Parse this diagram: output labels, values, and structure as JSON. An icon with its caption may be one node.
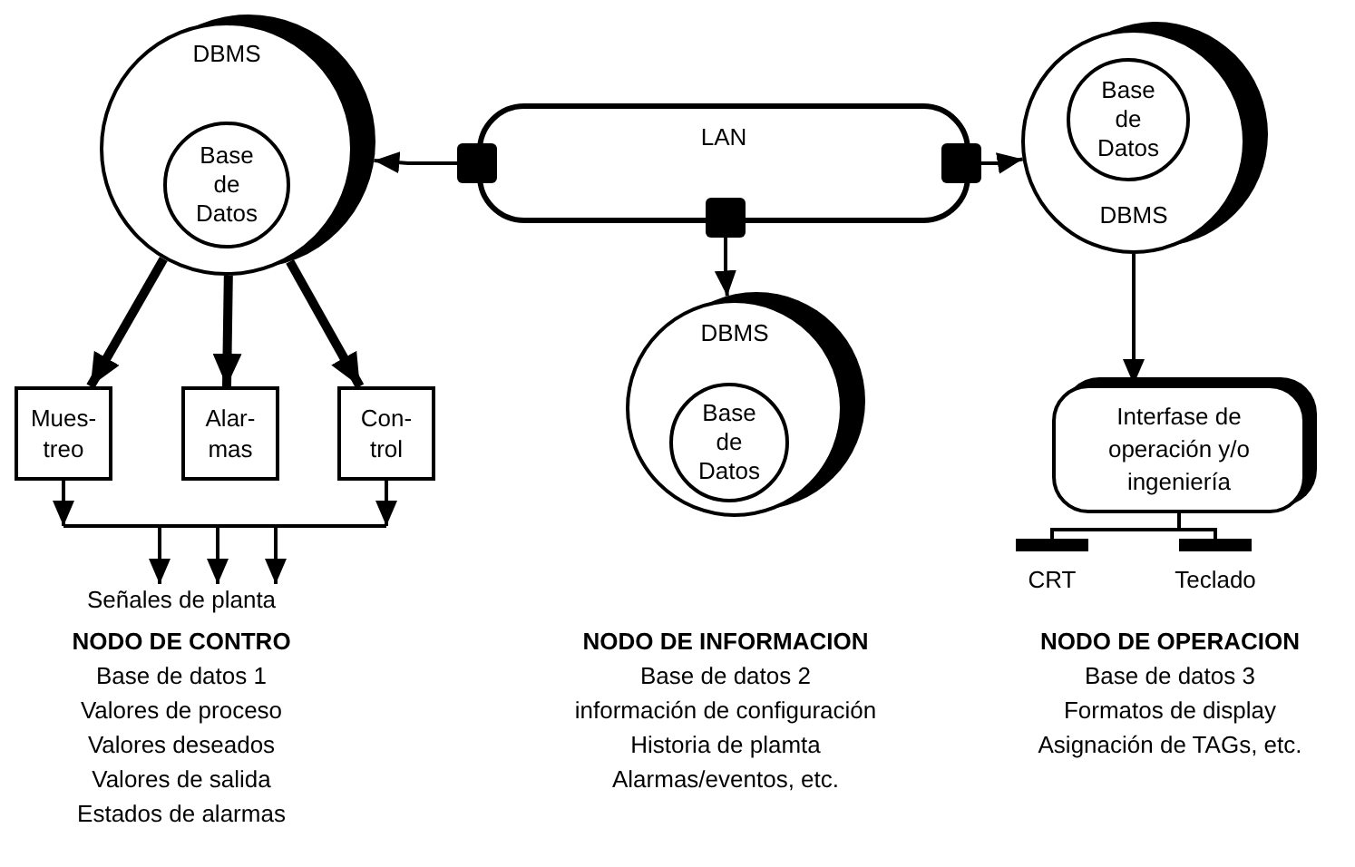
{
  "diagram": {
    "nodes": [
      {
        "text": [
          "DBMS"
        ]
      },
      {
        "text": [
          "Base de Datos"
        ],
        "in": 0
      },
      {
        "text": [
          "LAN"
        ]
      },
      {
        "text": [],
        "shape": "box"
      },
      {
        "text": [],
        "shape": "box"
      },
      {
        "text": [],
        "shape": "box"
      },
      {
        "text": [
          "DBMS"
        ]
      },
      {
        "text": [
          "Base de Datos"
        ],
        "in": 6
      },
      {
        "text": [
          "DBMS"
        ]
      },
      {
        "text": [
          "Base de Datos"
        ],
        "in": 8
      },
      {
        "text": [
          "Mues- treo"
        ]
      },
      {
        "text": [
          "Alar- mas"
        ]
      },
      {
        "text": [
          "Con- trol"
        ]
      },
      {
        "text": [
          "Interfase de operación y/o ingeniería"
        ]
      },
      {
        "text": [],
        "shape": "bar",
        "beside": [
          "CRT"
        ]
      },
      {
        "text": [],
        "shape": "bar",
        "beside": [
          "Teclado"
        ]
      },
      {
        "text": [
          "Señales de planta"
        ]
      }
    ],
    "edges": [
      {
        "from": 3,
        "to": 0,
        "arrow": "to"
      },
      {
        "from": 4,
        "to": 6,
        "arrow": "to"
      },
      {
        "from": 5,
        "to": 8,
        "arrow": "to"
      },
      {
        "from": 0,
        "to": 10,
        "arrow": "to",
        "style": "thick"
      },
      {
        "from": 0,
        "to": 11,
        "arrow": "to",
        "style": "thick"
      },
      {
        "from": 0,
        "to": 12,
        "arrow": "to",
        "style": "thick"
      },
      {
        "from": 8,
        "to": 13,
        "arrow": "to"
      },
      {
        "from": 13,
        "to": 14,
        "arrow": "none"
      },
      {
        "from": 13,
        "to": 15,
        "arrow": "none"
      },
      {
        "from": 10,
        "to": null,
        "arrow": "to"
      },
      {
        "from": 12,
        "to": null,
        "arrow": "to"
      },
      {
        "from": null,
        "to": 16,
        "arrow": "to"
      },
      {
        "from": null,
        "to": 16,
        "arrow": "to"
      },
      {
        "from": null,
        "to": 16,
        "arrow": "to"
      }
    ],
    "labels": [
      "NODO DE CONTRO",
      "Base de datos 1",
      "Valores de proceso",
      "Valores deseados",
      "Valores de salida",
      "Estados de alarmas",
      "NODO DE INFORMACION",
      "Base de datos 2",
      "información de configuración",
      "Historia de plamta",
      "Alarmas/eventos, etc.",
      "NODO DE OPERACION",
      "Base de datos 3",
      "Formatos de display",
      "Asignación de TAGs, etc."
    ]
  }
}
